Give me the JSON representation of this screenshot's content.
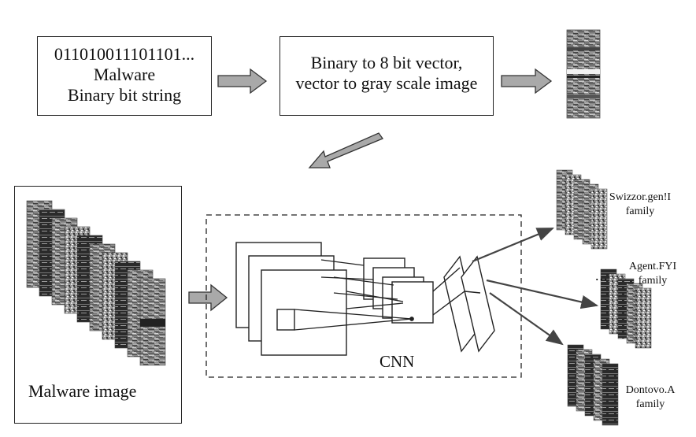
{
  "input_box": {
    "line1": "011010011101101...",
    "line2": "Malware",
    "line3": "Binary bit string"
  },
  "convert_box": {
    "line1": "Binary to 8 bit vector,",
    "line2": "vector to gray scale image"
  },
  "dataset_box": {
    "label": "Malware image"
  },
  "cnn": {
    "label": "CNN"
  },
  "outputs": [
    {
      "name": "Swizzor.gen!I",
      "sub": "family"
    },
    {
      "name": "Agent.FYI",
      "sub": "family"
    },
    {
      "name": "Dontovo.A",
      "sub": "family"
    }
  ],
  "ellipsis": "..."
}
